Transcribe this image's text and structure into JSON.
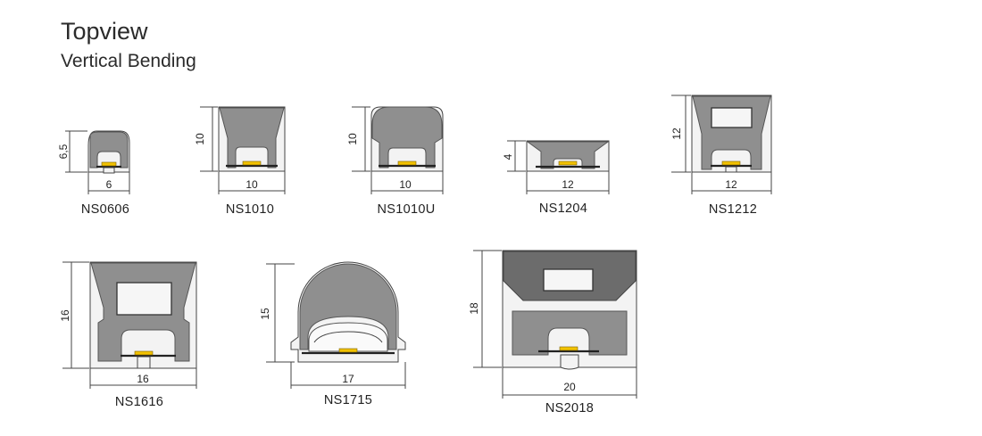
{
  "header": {
    "title": "Topview",
    "subtitle": "Vertical Bending"
  },
  "profiles": [
    {
      "name": "NS0606",
      "width": "6",
      "height": "6,5"
    },
    {
      "name": "NS1010",
      "width": "10",
      "height": "10"
    },
    {
      "name": "NS1010U",
      "width": "10",
      "height": "10"
    },
    {
      "name": "NS1204",
      "width": "12",
      "height": "4"
    },
    {
      "name": "NS1212",
      "width": "12",
      "height": "12"
    },
    {
      "name": "NS1616",
      "width": "16",
      "height": "16"
    },
    {
      "name": "NS1715",
      "width": "17",
      "height": "15"
    },
    {
      "name": "NS2018",
      "width": "20",
      "height": "18"
    }
  ],
  "colors": {
    "led": "#f2c200",
    "body": "#8f8f8f",
    "body_dark": "#6c6c6c"
  }
}
